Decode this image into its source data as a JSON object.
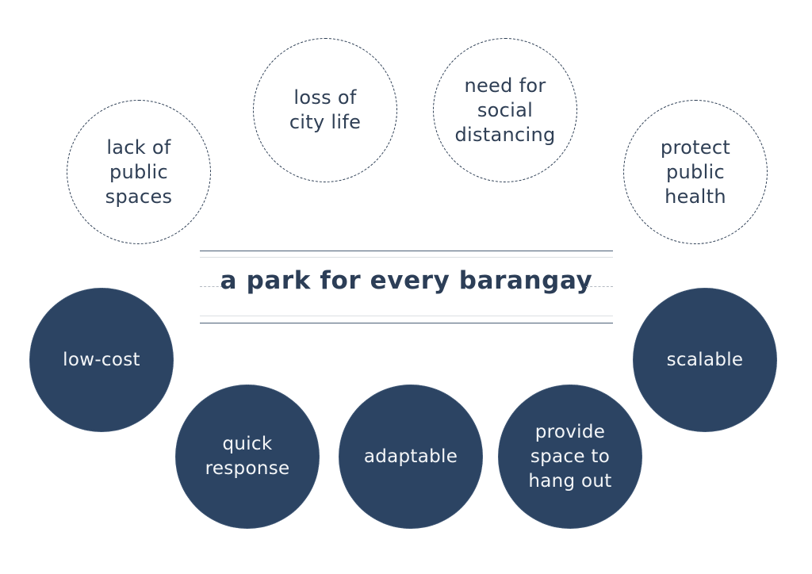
{
  "title": "a park for every barangay",
  "colors": {
    "navy": "#2c4463",
    "text_dark": "#2f3f55",
    "line_dark": "#4b5f76",
    "line_light": "#dcdfe3",
    "background": "#ffffff"
  },
  "problems": [
    {
      "label": "lack of\npublic\nspaces"
    },
    {
      "label": "loss of\ncity life"
    },
    {
      "label": "need for\nsocial\ndistancing"
    },
    {
      "label": "protect\npublic\nhealth"
    }
  ],
  "solutions": [
    {
      "label": "low-cost"
    },
    {
      "label": "quick\nresponse"
    },
    {
      "label": "adaptable"
    },
    {
      "label": "provide\nspace to\nhang out"
    },
    {
      "label": "scalable"
    }
  ]
}
